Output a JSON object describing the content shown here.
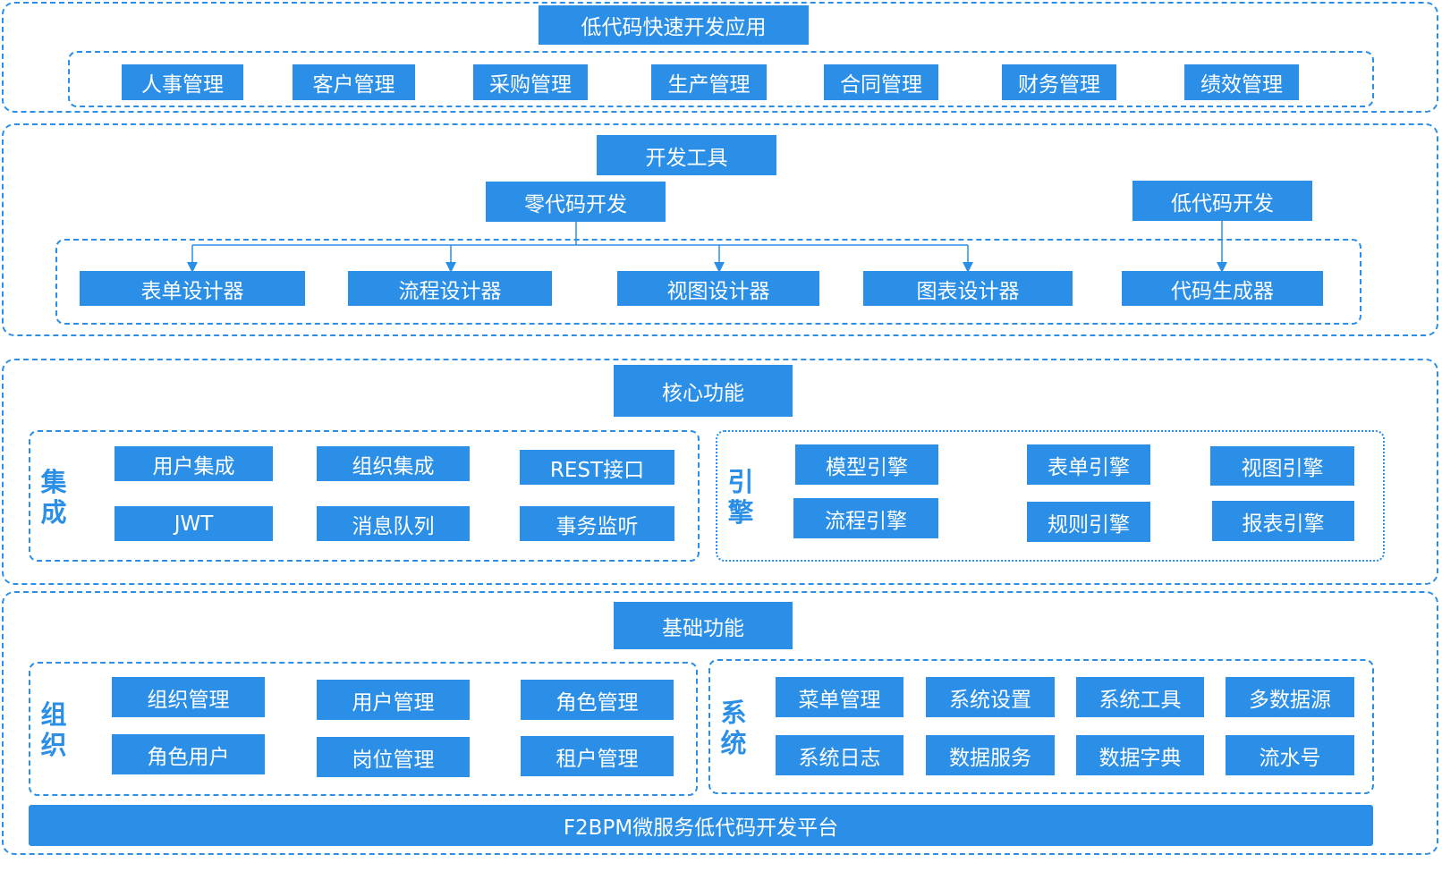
{
  "app": {
    "title": "低代码快速开发应用",
    "modules": [
      "人事管理",
      "客户管理",
      "采购管理",
      "生产管理",
      "合同管理",
      "财务管理",
      "绩效管理"
    ]
  },
  "dev_tools": {
    "title": "开发工具",
    "zero_code": "零代码开发",
    "low_code": "低代码开发",
    "designers": [
      "表单设计器",
      "流程设计器",
      "视图设计器",
      "图表设计器",
      "代码生成器"
    ]
  },
  "core": {
    "title": "核心功能",
    "integration": {
      "label": "集成",
      "items": [
        "用户集成",
        "组织集成",
        "REST接口",
        "JWT",
        "消息队列",
        "事务监听"
      ]
    },
    "engine": {
      "label": "引擎",
      "items": [
        "模型引擎",
        "表单引擎",
        "视图引擎",
        "流程引擎",
        "规则引擎",
        "报表引擎"
      ]
    }
  },
  "base": {
    "title": "基础功能",
    "organization": {
      "label": "组织",
      "items": [
        "组织管理",
        "用户管理",
        "角色管理",
        "角色用户",
        "岗位管理",
        "租户管理"
      ]
    },
    "system": {
      "label": "系统",
      "items": [
        "菜单管理",
        "系统设置",
        "系统工具",
        "多数据源",
        "系统日志",
        "数据服务",
        "数据字典",
        "流水号"
      ]
    }
  },
  "platform": {
    "name": "F2BPM微服务低代码开发平台"
  },
  "colors": {
    "accent": "#2b8fe8",
    "text_on_accent": "#ffffff",
    "background": "#ffffff"
  }
}
